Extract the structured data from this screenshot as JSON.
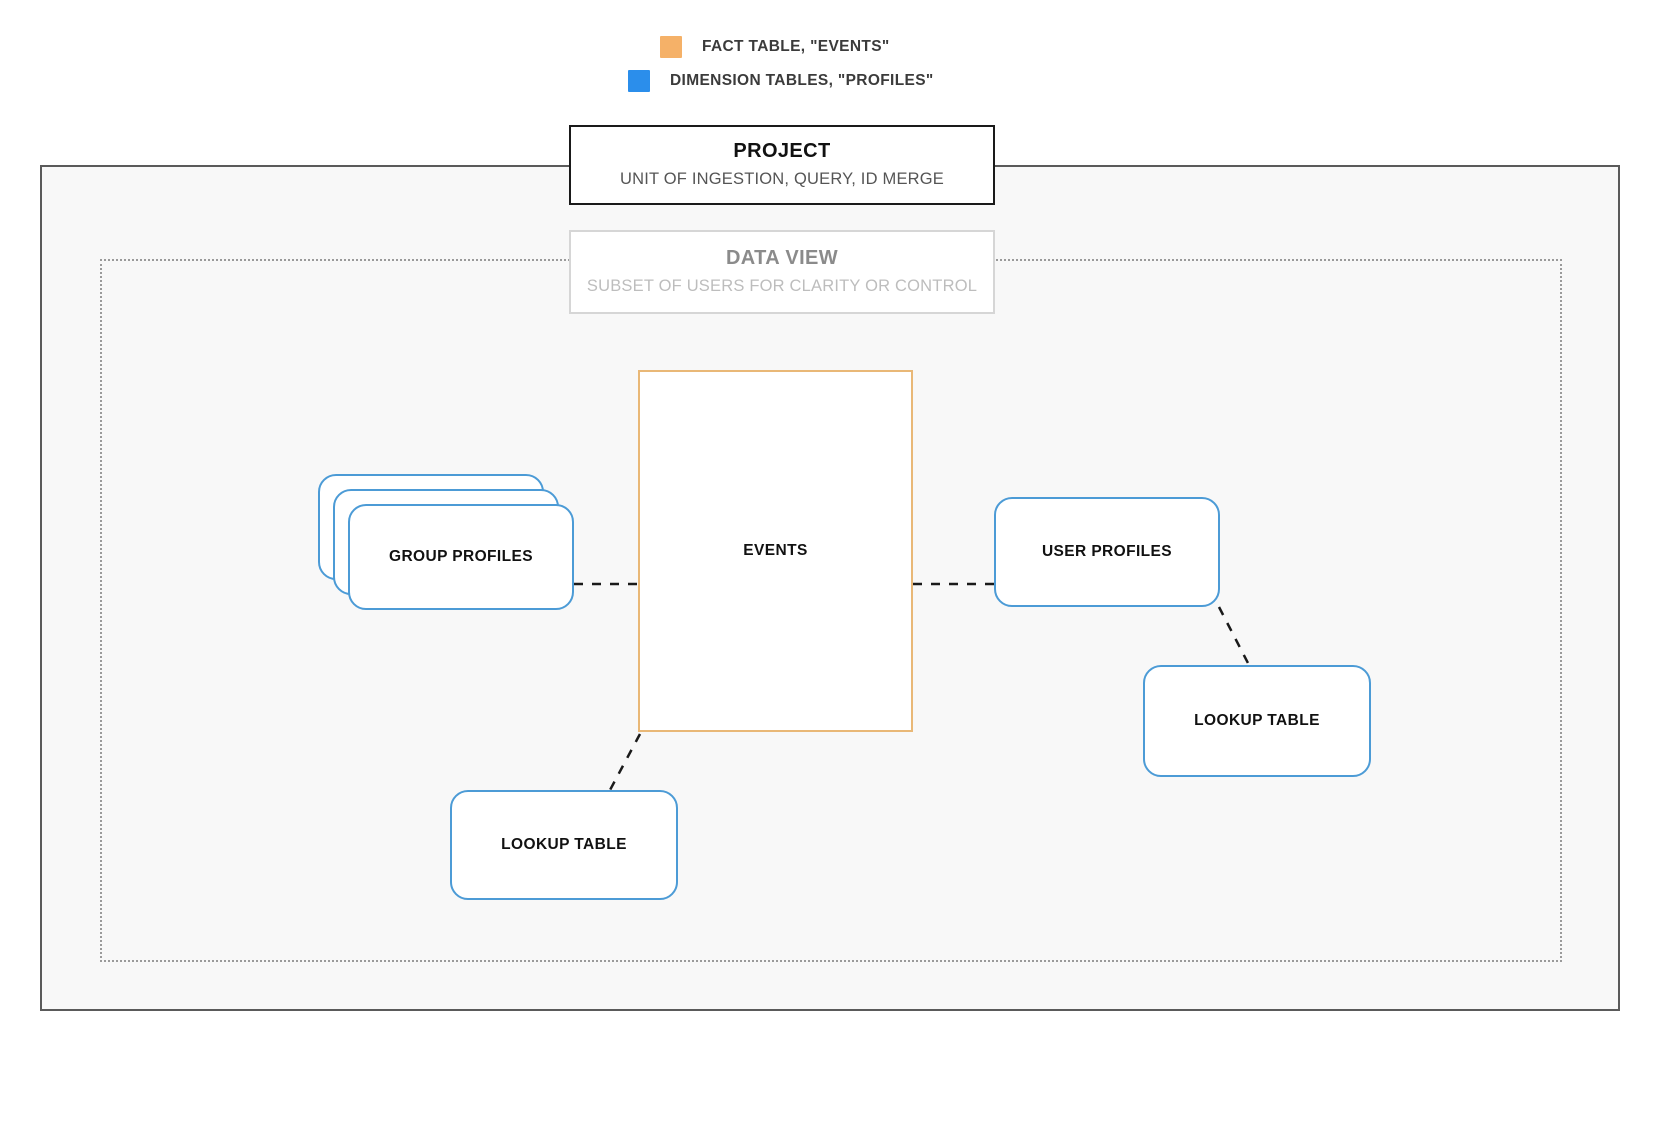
{
  "legend": {
    "items": [
      {
        "label": "FACT TABLE, \"EVENTS\"",
        "color": "#f5b168",
        "swatch": "fact-table-swatch"
      },
      {
        "label": "DIMENSION TABLES, \"PROFILES\"",
        "color": "#2b8eeb",
        "swatch": "dimension-tables-swatch"
      }
    ]
  },
  "project": {
    "title": "PROJECT",
    "subtitle": "UNIT OF INGESTION, QUERY, ID MERGE"
  },
  "data_view": {
    "title": "DATA VIEW",
    "subtitle": "SUBSET OF USERS FOR CLARITY OR CONTROL"
  },
  "nodes": {
    "events": "EVENTS",
    "group_profiles": "GROUP PROFILES",
    "user_profiles": "USER PROFILES",
    "lookup_table_left": "LOOKUP TABLE",
    "lookup_table_right": "LOOKUP TABLE"
  },
  "colors": {
    "fact_border": "#e9b877",
    "dimension_border": "#4c9bd6",
    "project_border": "#1a1a1a",
    "data_view_border": "#d6d6d6",
    "outer_frame_border": "#5a5a5a",
    "outer_frame_fill": "#f8f8f8",
    "inner_frame_border": "#9a9a9a",
    "connector": "#1a1a1a"
  }
}
